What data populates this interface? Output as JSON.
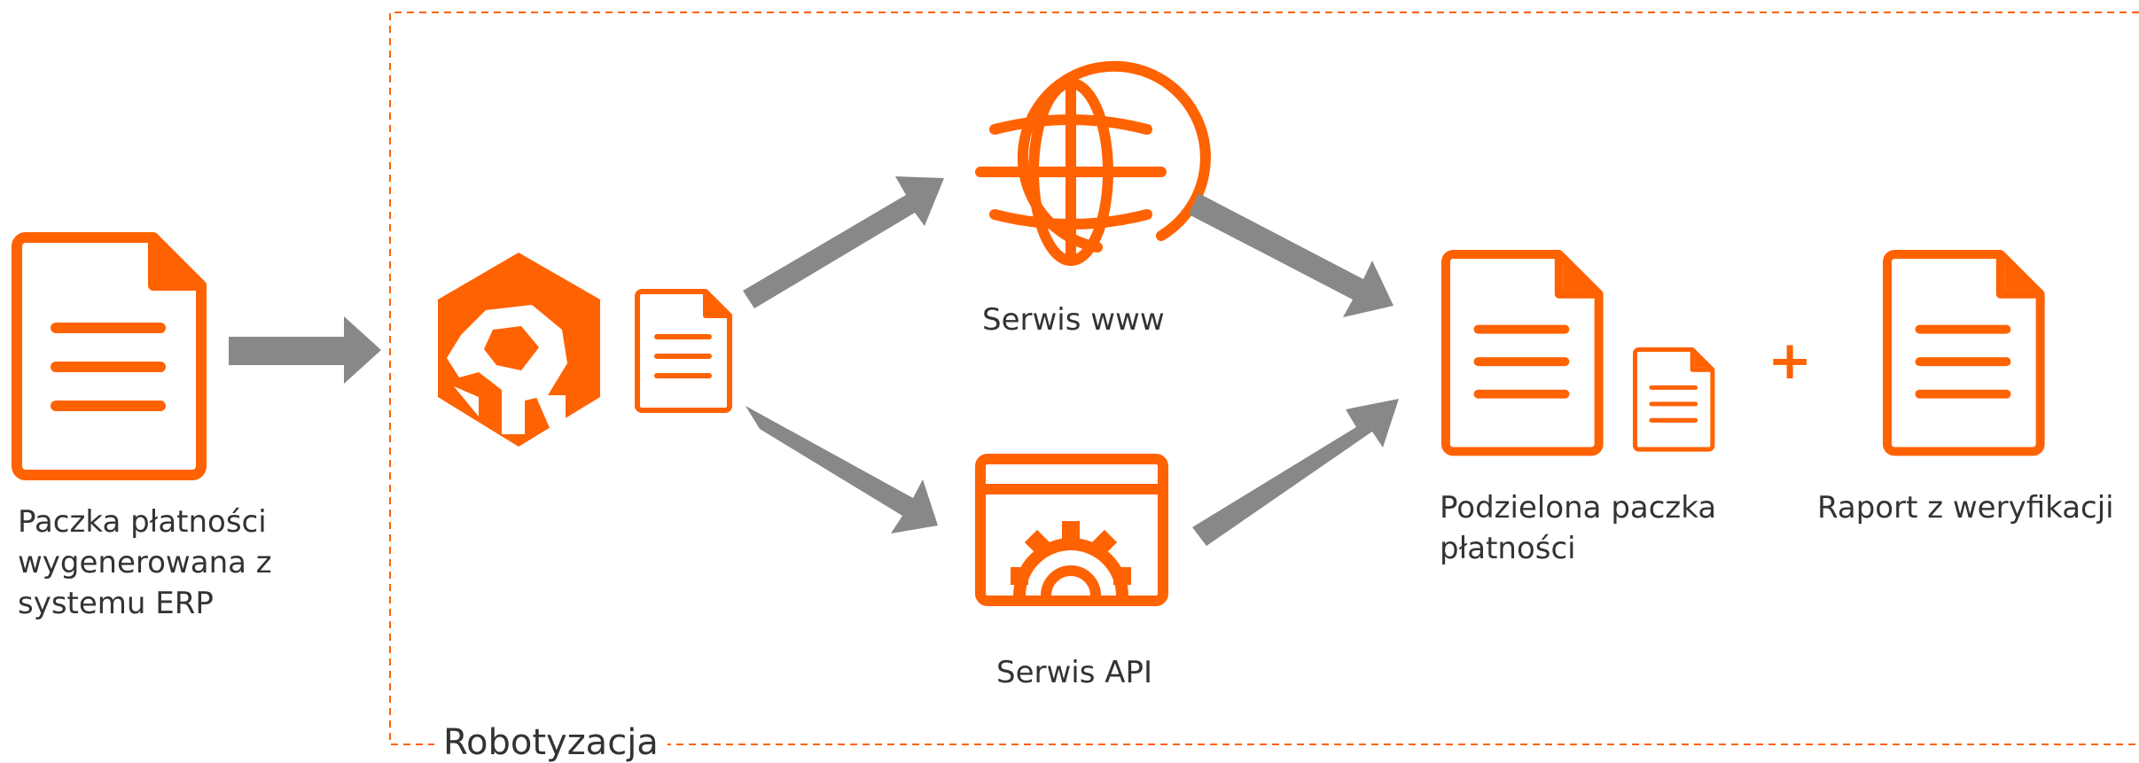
{
  "frame": {
    "label": "Robotyzacja"
  },
  "nodes": {
    "erp_document": {
      "label_lines": [
        "Paczka płatności",
        "wygenerowana z",
        "systemu ERP"
      ]
    },
    "web_service": {
      "label": "Serwis www"
    },
    "api_service": {
      "label": "Serwis API"
    },
    "split_batch": {
      "label_lines": [
        "Podzielona paczka",
        "płatności"
      ]
    },
    "report": {
      "label": "Raport z weryfikacji"
    }
  },
  "operator": {
    "plus": "+"
  },
  "colors": {
    "accent": "#ff6200",
    "arrow": "#888888",
    "text": "#333333",
    "frame": "#ff6200"
  }
}
